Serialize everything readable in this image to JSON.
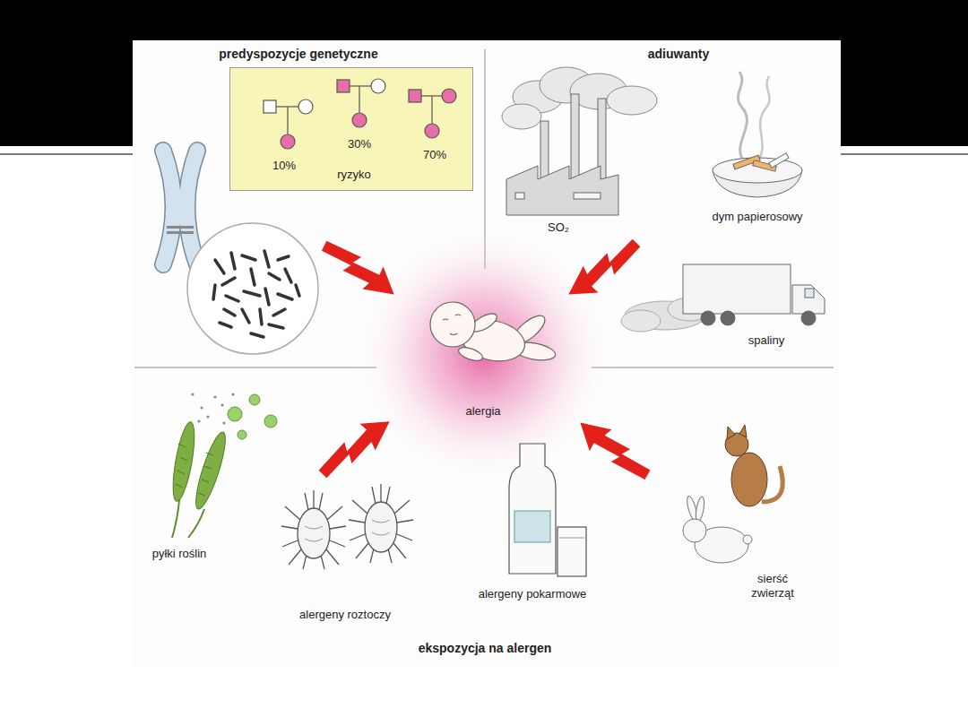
{
  "diagram": {
    "nodes": [
      {
        "text": [
          "10%",
          "30%",
          "ryzyko",
          "70%"
        ]
      }
    ],
    "labels": [
      "predyspozycje genetyczne",
      "adiuwanty",
      "SO₂",
      "dym papierosowy",
      "spaliny",
      "alergia",
      "pyłki roślin",
      "alergeny roztoczy",
      "alergeny pokarmowe",
      "sierść zwierząt",
      "ekspozycja na alergen"
    ]
  }
}
